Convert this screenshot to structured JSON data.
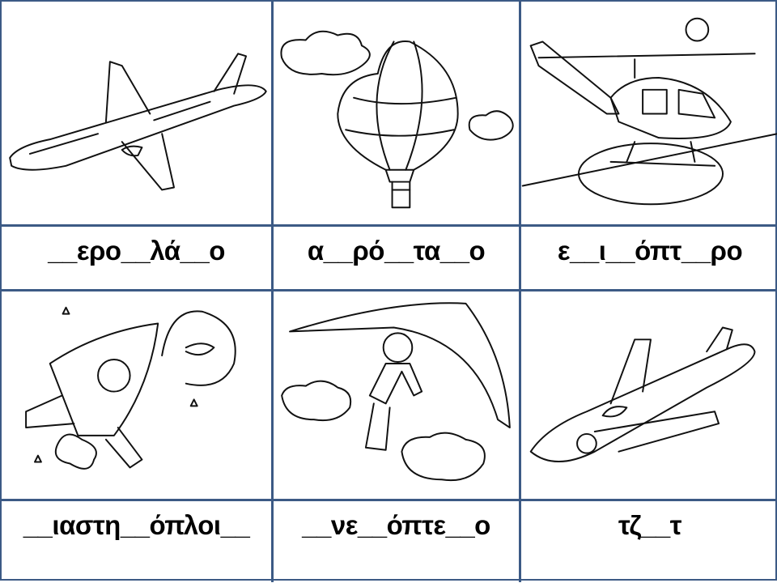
{
  "pictures": [
    {
      "subject": "airplane-icon"
    },
    {
      "subject": "hot-air-balloon-icon"
    },
    {
      "subject": "helicopter-icon"
    },
    {
      "subject": "rocket-icon"
    },
    {
      "subject": "hang-glider-icon"
    },
    {
      "subject": "jet-icon"
    }
  ],
  "words": [
    "__ερο__λά__ο",
    "α__ρό__τα__ο",
    "ε__ι__όπτ__ρο",
    "__ιαστη__όπλοι__",
    "__νε__όπτε__ο",
    "τζ__τ"
  ],
  "colors": {
    "border": "#3c5a85"
  }
}
